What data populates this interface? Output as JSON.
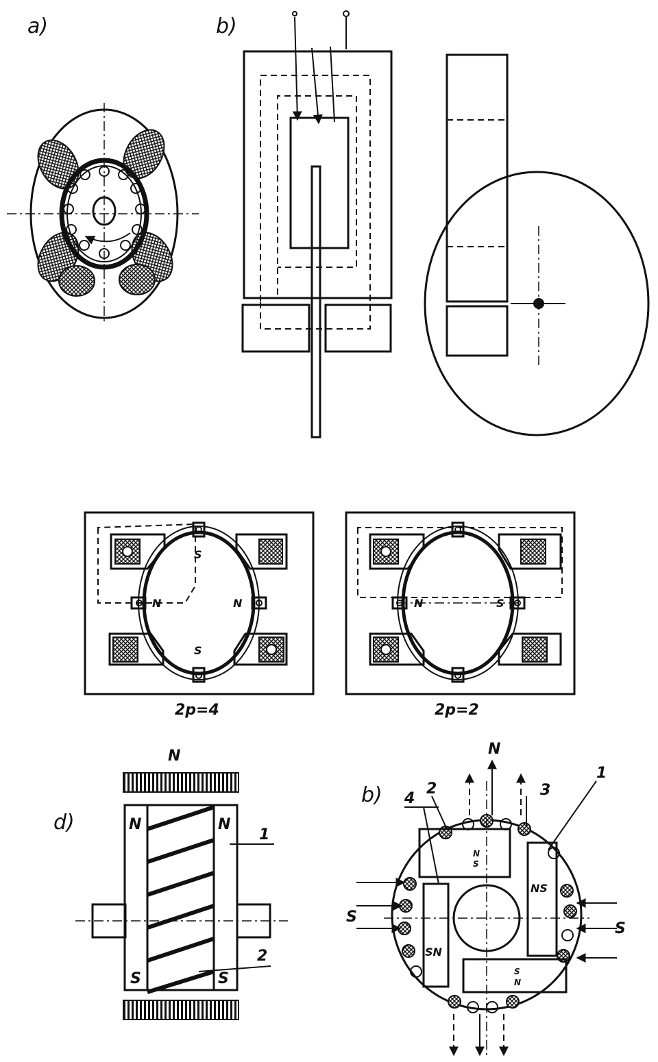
{
  "panels": {
    "fig_a": {
      "label": "a)"
    },
    "fig_b": {
      "label": "b)"
    },
    "fig_c_left": {
      "pole_north": "N",
      "pole_south": "S",
      "caption": "2p=4"
    },
    "fig_c_right": {
      "pole_north": "N",
      "pole_south": "S",
      "caption": "2p=2"
    },
    "fig_d": {
      "label": "d)",
      "stator_top": "N",
      "pole_n": "N",
      "pole_s": "S",
      "callout_1": "1",
      "callout_2": "2"
    },
    "fig_e": {
      "label": "b)",
      "top_n": "N",
      "side_s": "S",
      "ns": "NS",
      "sn": "SN",
      "n": "N",
      "s": "S",
      "callout_1": "1",
      "callout_2": "2",
      "callout_3": "3",
      "callout_4": "4"
    }
  }
}
